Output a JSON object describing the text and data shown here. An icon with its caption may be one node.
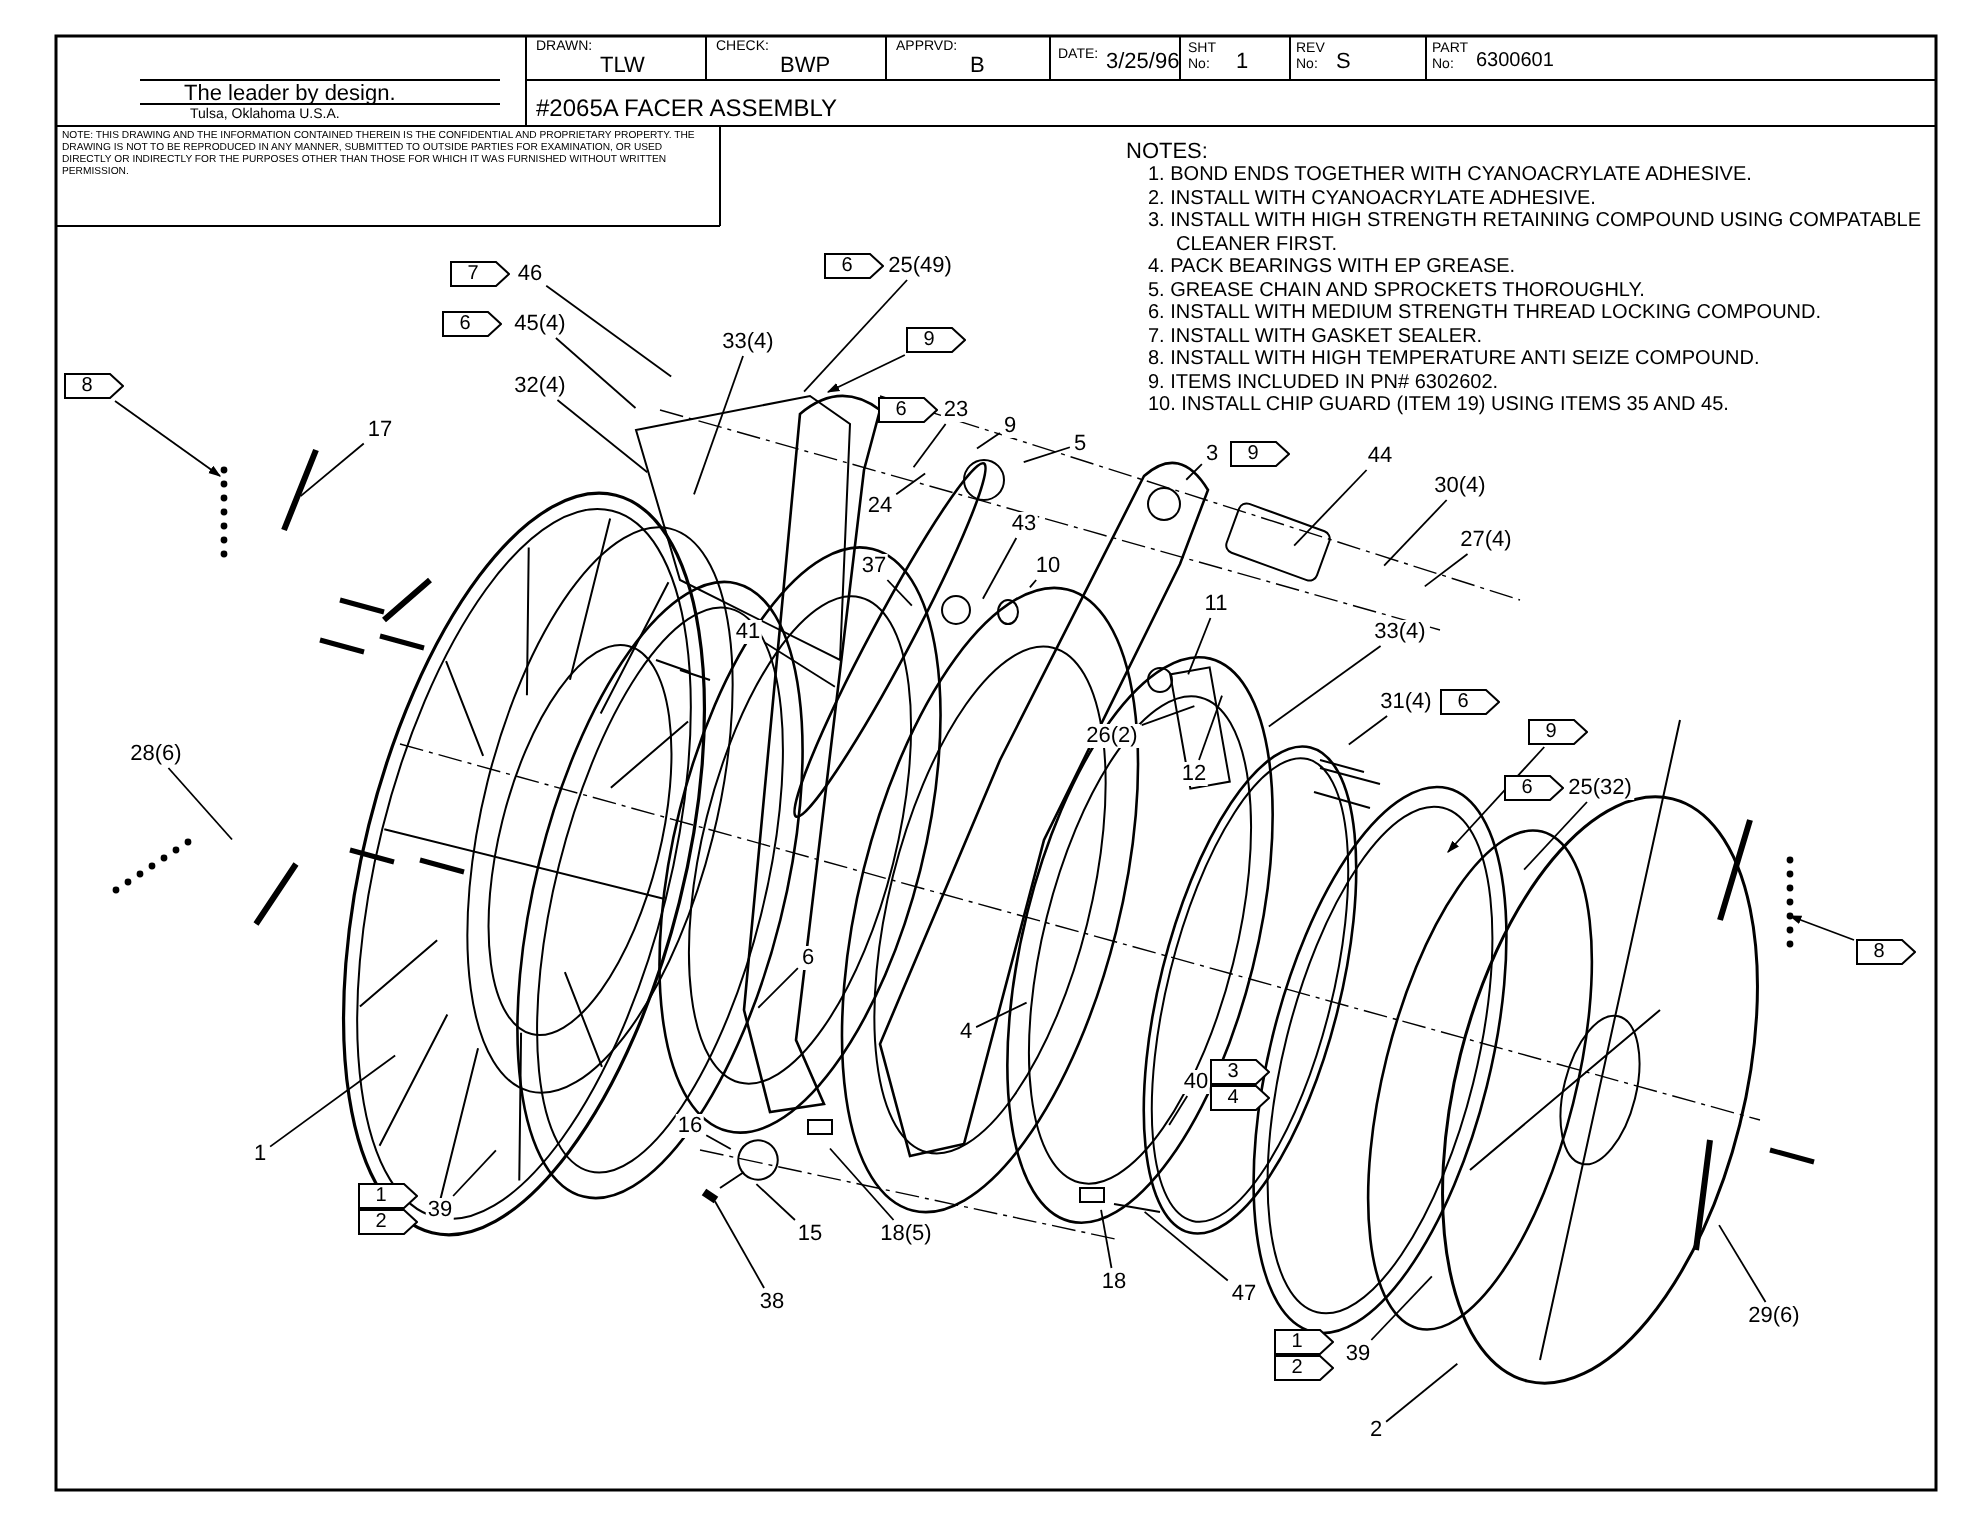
{
  "diagram": {
    "title": "#2065A FACER ASSEMBLY",
    "nodes": [
      {
        "text": [
          "7"
        ]
      },
      {
        "text": [
          "46"
        ]
      },
      {
        "text": [
          "6"
        ]
      },
      {
        "text": [
          "25(49)"
        ]
      },
      {
        "text": [
          "6"
        ]
      },
      {
        "text": [
          "45(4)"
        ]
      },
      {
        "text": [
          "33(4)"
        ]
      },
      {
        "text": [
          "9"
        ]
      },
      {
        "text": [
          "8"
        ]
      },
      {
        "text": [
          "32(4)"
        ]
      },
      {
        "text": [
          "6"
        ]
      },
      {
        "text": [
          "23"
        ]
      },
      {
        "text": [
          "9"
        ]
      },
      {
        "text": [
          "17"
        ]
      },
      {
        "text": [
          "5"
        ]
      },
      {
        "text": [
          "3"
        ]
      },
      {
        "text": [
          "9"
        ]
      },
      {
        "text": [
          "44"
        ]
      },
      {
        "text": [
          "30(4)"
        ]
      },
      {
        "text": [
          "24"
        ]
      },
      {
        "text": [
          "43"
        ]
      },
      {
        "text": [
          "27(4)"
        ]
      },
      {
        "text": [
          "37"
        ]
      },
      {
        "text": [
          "10"
        ]
      },
      {
        "text": [
          "11"
        ]
      },
      {
        "text": [
          "41"
        ]
      },
      {
        "text": [
          "33(4)"
        ]
      },
      {
        "text": [
          "31(4)"
        ]
      },
      {
        "text": [
          "6"
        ]
      },
      {
        "text": [
          "9"
        ]
      },
      {
        "text": [
          "26(2)"
        ]
      },
      {
        "text": [
          "28(6)"
        ]
      },
      {
        "text": [
          "12"
        ]
      },
      {
        "text": [
          "6"
        ]
      },
      {
        "text": [
          "25(32)"
        ]
      },
      {
        "text": [
          "8"
        ]
      },
      {
        "text": [
          "6"
        ]
      },
      {
        "text": [
          "4"
        ]
      },
      {
        "text": [
          "40"
        ]
      },
      {
        "text": [
          "3"
        ]
      },
      {
        "text": [
          "4"
        ]
      },
      {
        "text": [
          "16"
        ]
      },
      {
        "text": [
          "1"
        ]
      },
      {
        "text": [
          "1"
        ]
      },
      {
        "text": [
          "39"
        ]
      },
      {
        "text": [
          "2"
        ]
      },
      {
        "text": [
          "15"
        ]
      },
      {
        "text": [
          "18(5)"
        ]
      },
      {
        "text": [
          "18"
        ]
      },
      {
        "text": [
          "47"
        ]
      },
      {
        "text": [
          "38"
        ]
      },
      {
        "text": [
          "1"
        ]
      },
      {
        "text": [
          "39"
        ]
      },
      {
        "text": [
          "2"
        ]
      },
      {
        "text": [
          "2"
        ]
      },
      {
        "text": [
          "29(6)"
        ]
      }
    ],
    "edges": [
      {
        "from": 1,
        "to": null,
        "arrow": "none"
      },
      {
        "from": 3,
        "to": null,
        "arrow": "none"
      },
      {
        "from": 5,
        "to": null,
        "arrow": "none"
      },
      {
        "from": 6,
        "to": null,
        "arrow": "none"
      },
      {
        "from": 7,
        "to": null,
        "arrow": "to"
      },
      {
        "from": 8,
        "to": null,
        "arrow": "to"
      },
      {
        "from": 9,
        "to": null,
        "arrow": "none"
      },
      {
        "from": 11,
        "to": null,
        "arrow": "none"
      },
      {
        "from": 12,
        "to": null,
        "arrow": "none"
      },
      {
        "from": 13,
        "to": null,
        "arrow": "none"
      },
      {
        "from": 14,
        "to": null,
        "arrow": "none"
      },
      {
        "from": 15,
        "to": null,
        "arrow": "none"
      },
      {
        "from": 17,
        "to": null,
        "arrow": "none"
      },
      {
        "from": 18,
        "to": null,
        "arrow": "none"
      },
      {
        "from": 19,
        "to": null,
        "arrow": "none"
      },
      {
        "from": 20,
        "to": null,
        "arrow": "none"
      },
      {
        "from": 21,
        "to": null,
        "arrow": "none"
      },
      {
        "from": 22,
        "to": null,
        "arrow": "none"
      },
      {
        "from": 23,
        "to": null,
        "arrow": "none"
      },
      {
        "from": 24,
        "to": null,
        "arrow": "none"
      },
      {
        "from": 25,
        "to": null,
        "arrow": "none"
      },
      {
        "from": 26,
        "to": null,
        "arrow": "none"
      },
      {
        "from": 27,
        "to": null,
        "arrow": "none"
      },
      {
        "from": 29,
        "to": null,
        "arrow": "to"
      },
      {
        "from": 30,
        "to": null,
        "arrow": "none"
      },
      {
        "from": 31,
        "to": null,
        "arrow": "none"
      },
      {
        "from": 32,
        "to": null,
        "arrow": "none"
      },
      {
        "from": 34,
        "to": null,
        "arrow": "none"
      },
      {
        "from": 35,
        "to": null,
        "arrow": "to"
      },
      {
        "from": 36,
        "to": null,
        "arrow": "none"
      },
      {
        "from": 37,
        "to": null,
        "arrow": "none"
      },
      {
        "from": 38,
        "to": null,
        "arrow": "none"
      },
      {
        "from": 41,
        "to": null,
        "arrow": "none"
      },
      {
        "from": 42,
        "to": null,
        "arrow": "none"
      },
      {
        "from": 44,
        "to": null,
        "arrow": "none"
      },
      {
        "from": 46,
        "to": null,
        "arrow": "none"
      },
      {
        "from": 47,
        "to": null,
        "arrow": "none"
      },
      {
        "from": 48,
        "to": null,
        "arrow": "none"
      },
      {
        "from": 49,
        "to": null,
        "arrow": "none"
      },
      {
        "from": 50,
        "to": null,
        "arrow": "none"
      },
      {
        "from": 52,
        "to": null,
        "arrow": "none"
      },
      {
        "from": 54,
        "to": null,
        "arrow": "none"
      },
      {
        "from": 55,
        "to": null,
        "arrow": "none"
      }
    ],
    "labels": [
      "The leader by design.",
      "Tulsa, Oklahoma U.S.A.",
      "DRAWN:",
      "TLW",
      "CHECK:",
      "BWP",
      "APPRVD:",
      "B",
      "DATE:",
      "3/25/96",
      "SHT No:",
      "1",
      "REV No:",
      "S",
      "PART No:",
      "6300601",
      "NOTE: THIS DRAWING AND THE INFORMATION CONTAINED THEREIN IS THE CONFIDENTIAL AND PROPRIETARY PROPERTY. THE DRAWING IS NOT TO BE REPRODUCED IN ANY MANNER, SUBMITTED TO OUTSIDE PARTIES FOR EXAMINATION, OR USED DIRECTLY OR INDIRECTLY FOR THE PURPOSES OTHER THAN THOSE FOR WHICH IT WAS FURNISHED WITHOUT WRITTEN PERMISSION.",
      "NOTES:",
      "1. BOND ENDS TOGETHER WITH CYANOACRYLATE ADHESIVE.",
      "2. INSTALL WITH CYANOACRYLATE ADHESIVE.",
      "3. INSTALL WITH HIGH STRENGTH RETAINING COMPOUND USING COMPATABLE CLEANER FIRST.",
      "4. PACK BEARINGS WITH EP GREASE.",
      "5. GREASE CHAIN AND SPROCKETS THOROUGHLY.",
      "6. INSTALL WITH MEDIUM STRENGTH THREAD LOCKING COMPOUND.",
      "7. INSTALL WITH GASKET SEALER.",
      "8. INSTALL WITH HIGH TEMPERATURE ANTI SEIZE COMPOUND.",
      "9. ITEMS INCLUDED IN PN# 6302602.",
      "10. INSTALL CHIP GUARD (ITEM 19) USING ITEMS 35 AND 45."
    ]
  }
}
